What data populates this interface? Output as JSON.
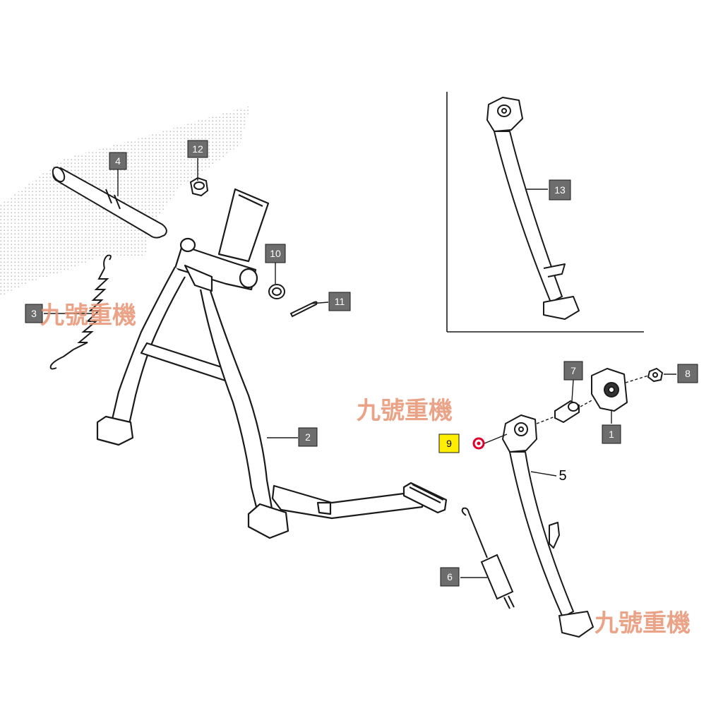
{
  "callouts": {
    "c1": "1",
    "c2": "2",
    "c3": "3",
    "c4": "4",
    "c5": "5",
    "c6": "6",
    "c7": "7",
    "c8": "8",
    "c9": "9",
    "c10": "10",
    "c11": "11",
    "c12": "12",
    "c13": "13"
  },
  "watermarks": {
    "w1": "九號重機",
    "w2": "九號重機",
    "w3": "九號重機"
  },
  "colors": {
    "callout_fill": "#6d6d6d",
    "highlight_fill": "#ffee00",
    "highlight_marker": "#e0002a",
    "line": "#1a1a1a",
    "watermark": "#e89473"
  }
}
